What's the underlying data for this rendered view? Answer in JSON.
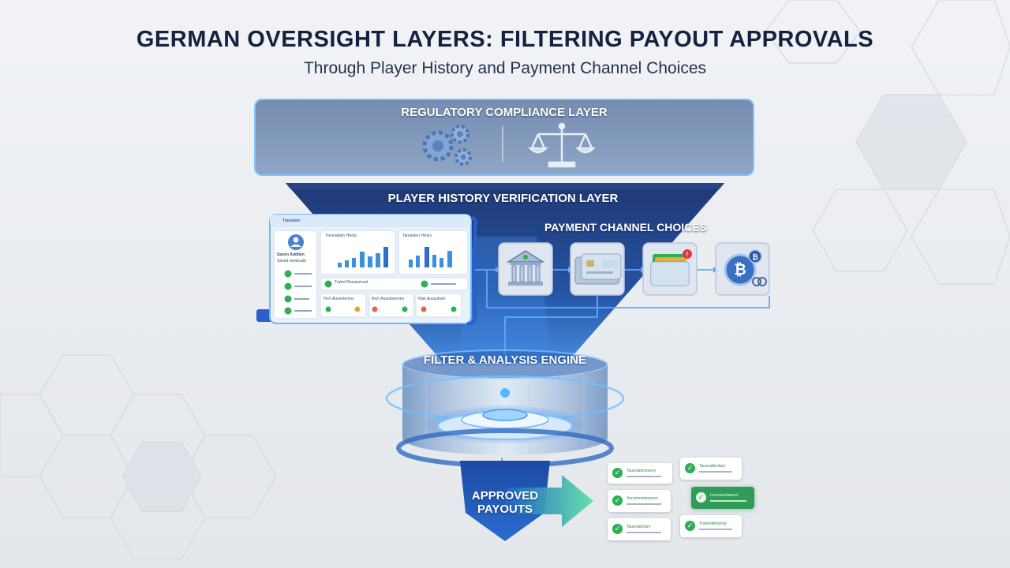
{
  "title": "GERMAN OVERSIGHT LAYERS: FILTERING PAYOUT APPROVALS",
  "subtitle": "Through Player History and Payment Channel Choices",
  "layers": {
    "regulatory": {
      "label": "REGULATORY COMPLIANCE LAYER",
      "icons": [
        "gears-icon",
        "scales-icon"
      ]
    },
    "player_history": {
      "label": "PLAYER HISTORY VERIFICATION LAYER"
    },
    "payment_channels": {
      "label": "PAYMENT CHANNEL CHOICES",
      "icons": [
        "bank-icon",
        "card-icon",
        "wallet-icon",
        "bitcoin-icon"
      ]
    },
    "engine": {
      "label": "FILTER & ANALYSIS ENGINE"
    },
    "approved": {
      "line1": "APPROVED",
      "line2": "PAYOUTS"
    }
  },
  "dashboard": {
    "brand": "Tranision",
    "profile_name": "Saxon Addden",
    "profile_sub": "Saxed verisinald",
    "card1_title": "Trennadion Hlerpt",
    "card2_title": "Tanaedon Hivtys",
    "check_row_text": "Traled Reniaeriond",
    "small_cards": [
      "Ftch Ausentomos",
      "Rich Ausrobormen",
      "Risk Aussutnen"
    ]
  },
  "payouts": [
    "Tausnabtniswery",
    "Tausnatbrntary",
    "Snnanmenbarneri",
    "Lemeuerbanent",
    "Tausnatbtrary",
    "Tramnatbtransy"
  ],
  "colors": {
    "accent": "#1e63c6",
    "navy": "#14223f",
    "approved_green": "#2eae55",
    "glow": "#5fb4ff"
  }
}
